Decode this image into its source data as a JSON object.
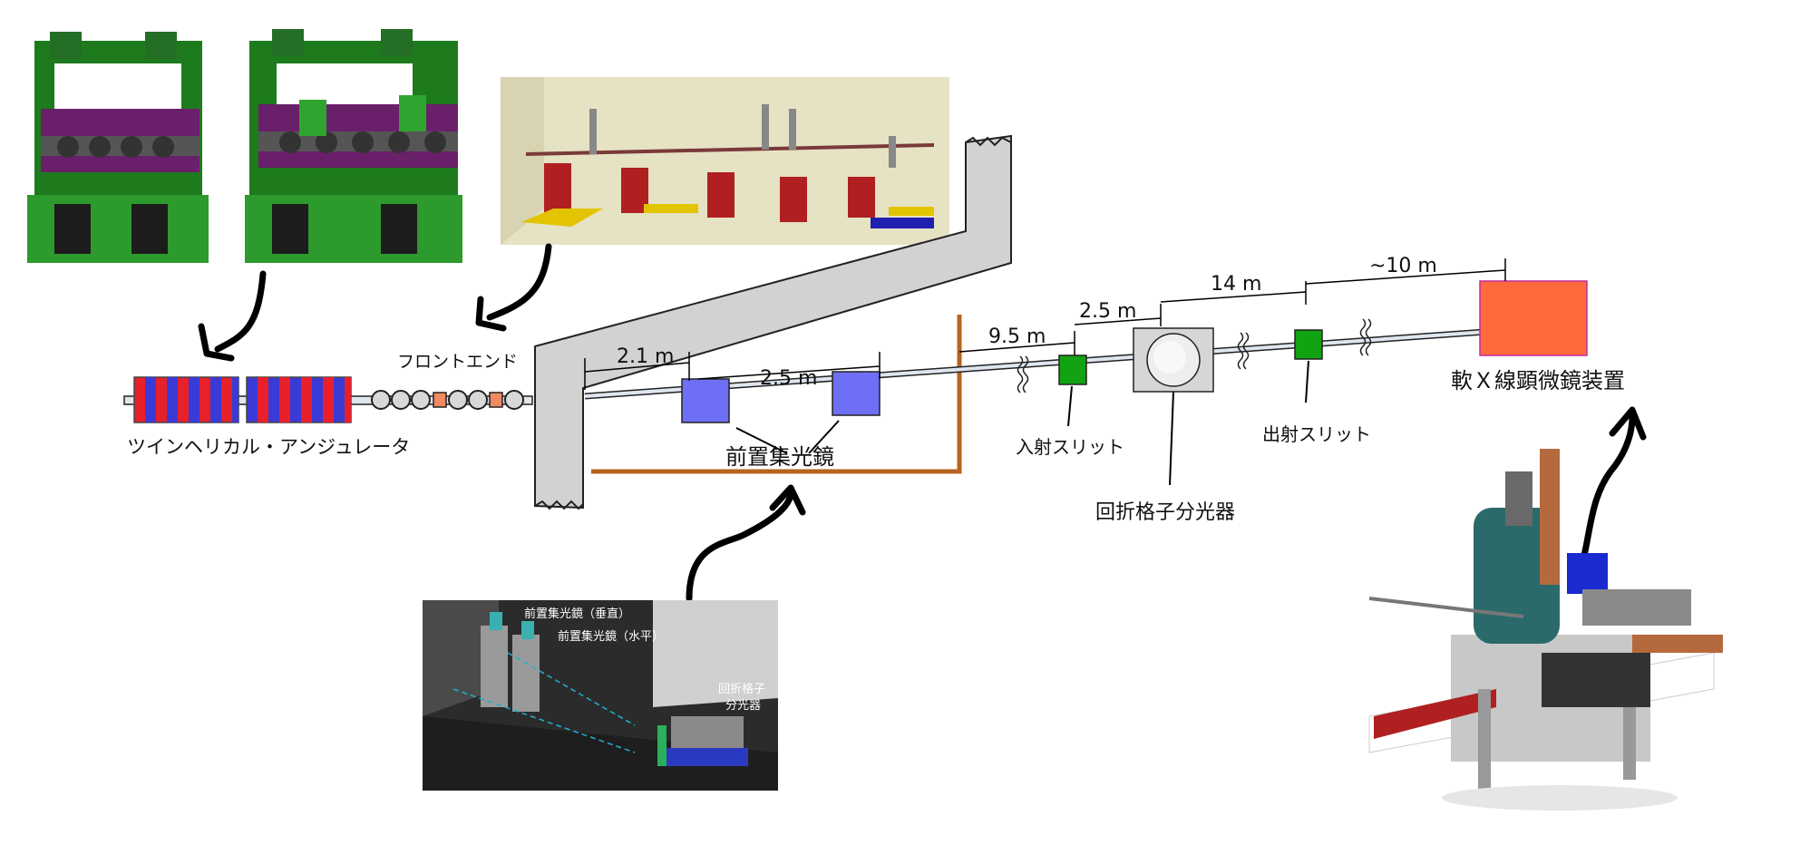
{
  "labels": {
    "undulator": "ツインヘリカル・アンジュレータ",
    "front_end": "フロントエンド",
    "pre_focusing_mirror": "前置集光鏡",
    "entrance_slit": "入射スリット",
    "exit_slit": "出射スリット",
    "grating_monochromator": "回折格子分光器",
    "microscope": "軟Ｘ線顕微鏡装置"
  },
  "distances": {
    "d1": "2.1 m",
    "d2": "2.5 m",
    "d3": "9.5 m",
    "d4": "2.5 m",
    "d5": "14 m",
    "d6": "~10 m"
  },
  "inset_labels": {
    "mirror_vertical": "前置集光鏡（垂直）",
    "mirror_horizontal": "前置集光鏡（水平）",
    "monochromator_line1": "回折格子",
    "monochromator_line2": "分光器"
  },
  "colors": {
    "magnet_red": "#e8202a",
    "magnet_blue": "#3a3ad6",
    "mirror": "#6f6ff5",
    "slit": "#12a312",
    "wall": "#d2d2d2",
    "hutch": "#b5651d",
    "microscope": "#ff6a3c"
  }
}
